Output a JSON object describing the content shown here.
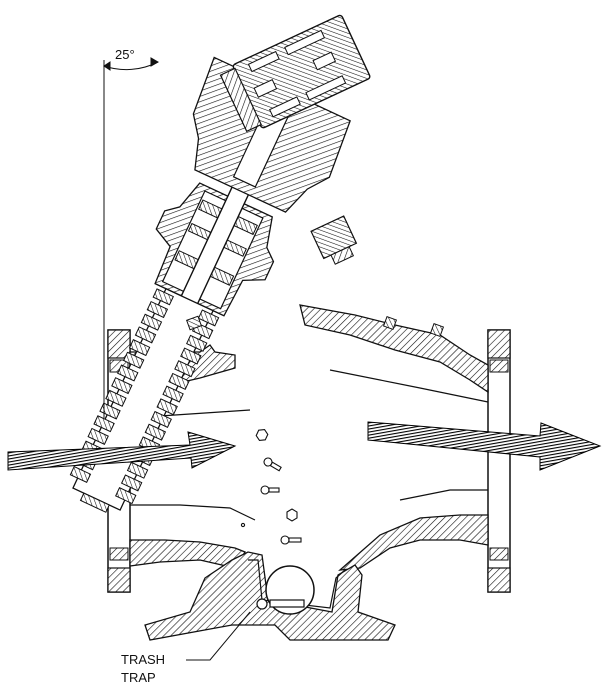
{
  "annotations": {
    "angle": "25°",
    "trash_trap_line1": "TRASH",
    "trash_trap_line2": "TRAP"
  },
  "colors": {
    "ink": "#111111",
    "background": "#ffffff"
  }
}
